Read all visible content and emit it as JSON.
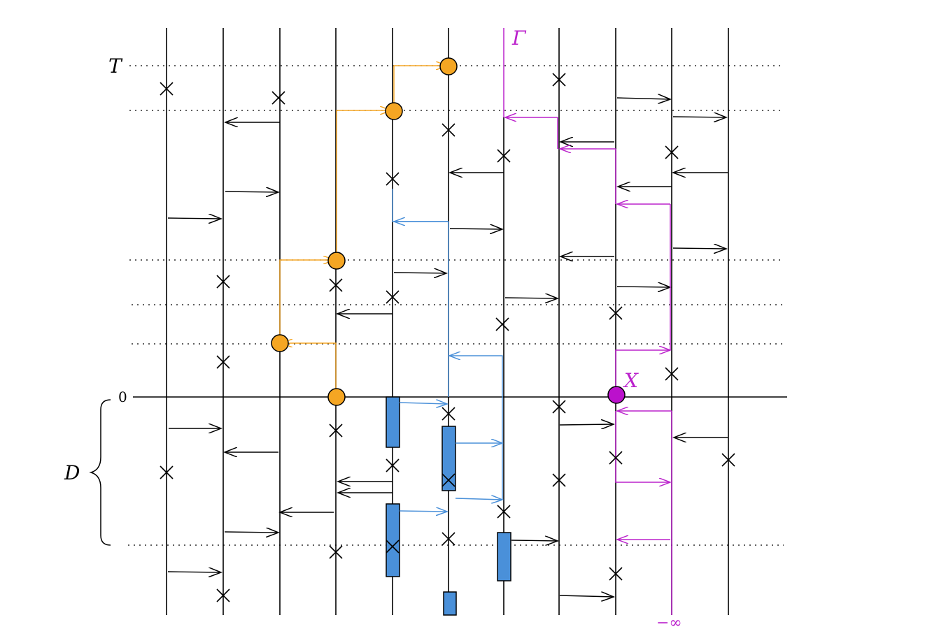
{
  "labels": {
    "t_label": "T",
    "zero_label": "0",
    "d_label": "D",
    "gamma_label": "Γ",
    "x_label": "X",
    "neg_inf_label": "−∞"
  },
  "colors": {
    "line": "#000000",
    "orange": "#f5a623",
    "orange_stroke": "#e69a1c",
    "blue": "#4a90d9",
    "blue_path": "#4a90d9",
    "magenta": "#bb22cc",
    "magenta_node": "#bb11cc"
  }
}
